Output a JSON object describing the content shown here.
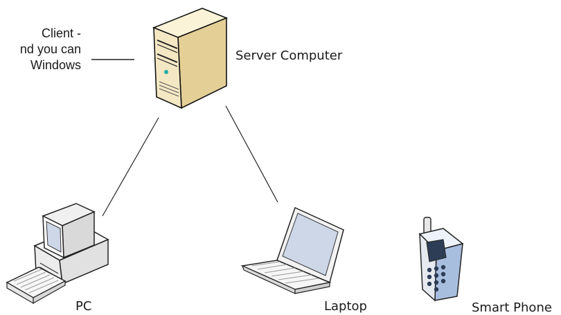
{
  "note": {
    "lines": [
      "Client -",
      "nd you can",
      "Windows"
    ]
  },
  "nodes": {
    "server": {
      "label": "Server Computer"
    },
    "pc": {
      "label": "PC"
    },
    "laptop": {
      "label": "Laptop"
    },
    "phone": {
      "label": "Smart Phone"
    }
  },
  "colors": {
    "server_body": "#f3e6bf",
    "line": "#222222",
    "screen": "#cfd8ea"
  }
}
